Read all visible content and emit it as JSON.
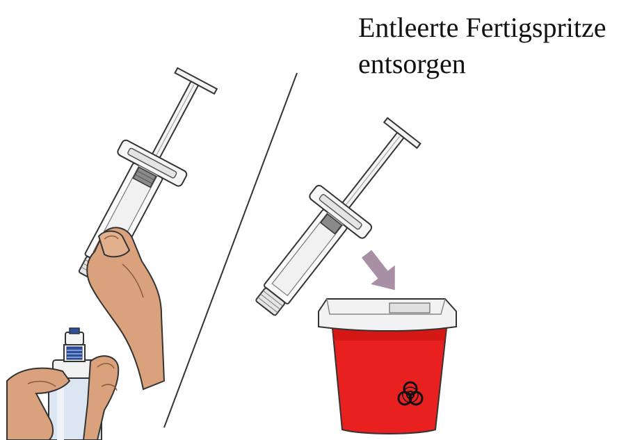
{
  "caption": {
    "line1": "Entleerte Fertigspritze",
    "line2": "entsorgen"
  },
  "colors": {
    "outline": "#333333",
    "skin": "#d9a27c",
    "skin_shadow": "#b9805b",
    "container_red": "#e8201f",
    "container_lid": "#f2f2f2",
    "arrow": "#a98fa6",
    "cap_blue": "#2c4f9e",
    "vial_body": "#dce6f2"
  },
  "icons": [
    "prefilled-syringe",
    "hand",
    "vial-adapter",
    "sharps-container",
    "biohazard-symbol",
    "down-arrow"
  ]
}
